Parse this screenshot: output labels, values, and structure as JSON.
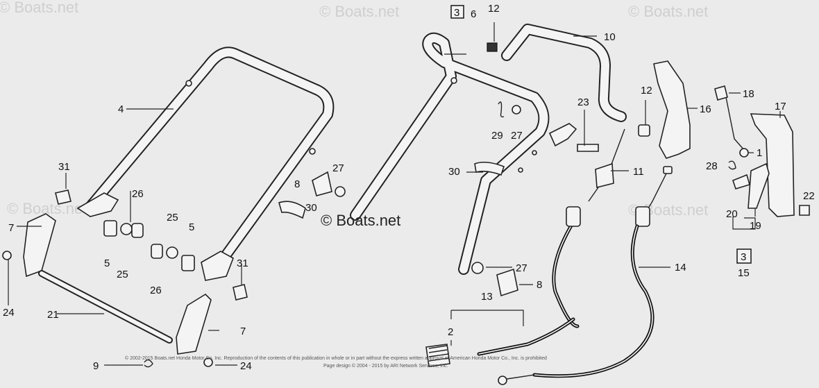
{
  "watermarks": [
    "© Boats.net",
    "© Boats.net",
    "© Boats.net",
    "© Boats.net",
    "© Boats.net"
  ],
  "brand_mark": "© Boats.net",
  "copyright_line1": "© 2002-2015 Boats.net Honda Motor Co. Inc. Reproduction of the contents of this publication in whole or in part without the express written approval of American Honda Motor Co., Inc. is prohibited",
  "copyright_line2": "Page design © 2004 - 2015 by ARI Network Services, Inc.",
  "part_labels": {
    "p1": "1",
    "p2": "2",
    "p3a": "3",
    "p3b": "3",
    "p4": "4",
    "p5a": "5",
    "p5b": "5",
    "p6": "6",
    "p7a": "7",
    "p7b": "7",
    "p8a": "8",
    "p8b": "8",
    "p9": "9",
    "p10": "10",
    "p11": "11",
    "p12a": "12",
    "p12b": "12",
    "p13": "13",
    "p14": "14",
    "p15": "15",
    "p16": "16",
    "p17": "17",
    "p18": "18",
    "p19": "19",
    "p20": "20",
    "p21": "21",
    "p22": "22",
    "p23": "23",
    "p24a": "24",
    "p24b": "24",
    "p25a": "25",
    "p25b": "25",
    "p26a": "26",
    "p26b": "26",
    "p27a": "27",
    "p27b": "27",
    "p27c": "27",
    "p28": "28",
    "p29": "29",
    "p30a": "30",
    "p30b": "30",
    "p31a": "31",
    "p31b": "31"
  }
}
